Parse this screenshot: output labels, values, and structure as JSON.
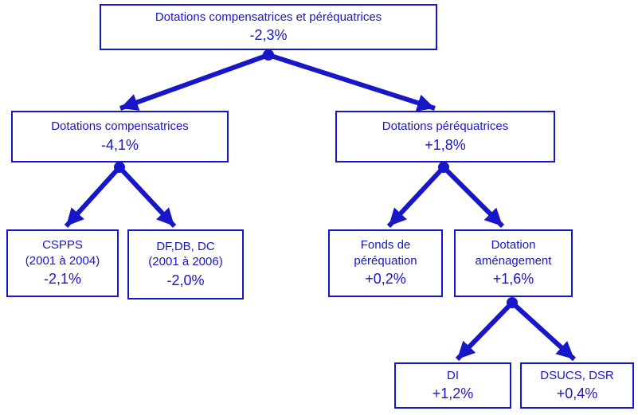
{
  "colors": {
    "accent": "#1717c8"
  },
  "diagram": {
    "root": {
      "label": "Dotations compensatrices et péréquatrices",
      "value": "-2,3%"
    },
    "compensatrices": {
      "label": "Dotations compensatrices",
      "value": "-4,1%"
    },
    "perequatrices": {
      "label": "Dotations péréquatrices",
      "value": "+1,8%"
    },
    "cspps": {
      "line1": "CSPPS",
      "line2": "(2001 à 2004)",
      "value": "-2,1%"
    },
    "dfdbdc": {
      "line1": "DF,DB, DC",
      "line2": "(2001 à 2006)",
      "value": "-2,0%"
    },
    "fonds": {
      "line1": "Fonds de",
      "line2": "péréquation",
      "value": "+0,2%"
    },
    "amenagement": {
      "line1": "Dotation",
      "line2": "aménagement",
      "value": "+1,6%"
    },
    "di": {
      "label": "DI",
      "value": "+1,2%"
    },
    "dsucs": {
      "label": "DSUCS, DSR",
      "value": "+0,4%"
    }
  }
}
